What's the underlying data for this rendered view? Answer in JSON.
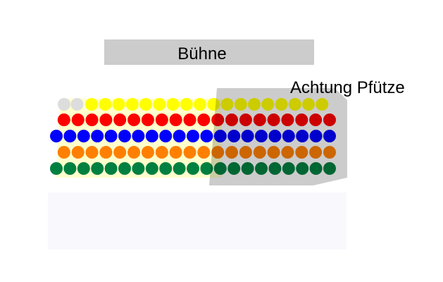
{
  "stage": {
    "label": "Bühne",
    "color": "#cccccc"
  },
  "hazard": {
    "label": "Achtung Pfütze",
    "color": "#cccccc"
  },
  "colors": {
    "highlight_zone": "#ffffcc",
    "empty_area": "#f9f9fd"
  },
  "seat_rows": [
    {
      "name": "row-1",
      "segments": [
        {
          "color": "#dddddd",
          "count": 2
        },
        {
          "color": "#ffff00",
          "count": 18
        }
      ]
    },
    {
      "name": "row-2",
      "segments": [
        {
          "color": "#ff0000",
          "count": 20
        }
      ]
    },
    {
      "name": "row-3",
      "segments": [
        {
          "color": "#0000ff",
          "count": 21
        }
      ]
    },
    {
      "name": "row-4",
      "segments": [
        {
          "color": "#ff8000",
          "count": 20
        }
      ]
    },
    {
      "name": "row-5",
      "segments": [
        {
          "color": "#008040",
          "count": 21
        }
      ]
    }
  ]
}
